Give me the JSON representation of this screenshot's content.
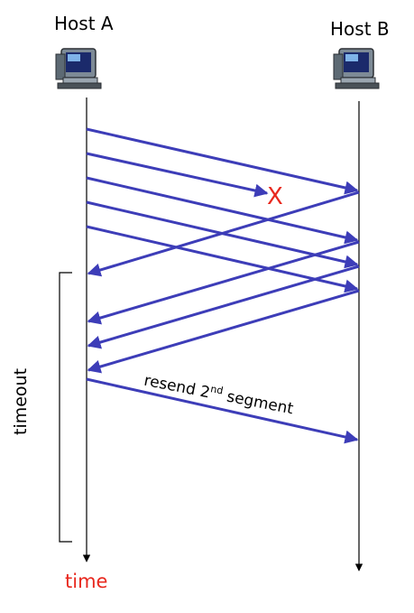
{
  "hosts": {
    "a": "Host A",
    "b": "Host B"
  },
  "time_label": "time",
  "timeout_label": "timeout",
  "resend": {
    "pre": "resend 2",
    "sup": "nd",
    "post": " segment"
  },
  "loss_marker": "X",
  "colors": {
    "arrow": "#3d3db8",
    "lost": "#e8281e",
    "line": "#000000",
    "time": "#e8281e"
  }
}
